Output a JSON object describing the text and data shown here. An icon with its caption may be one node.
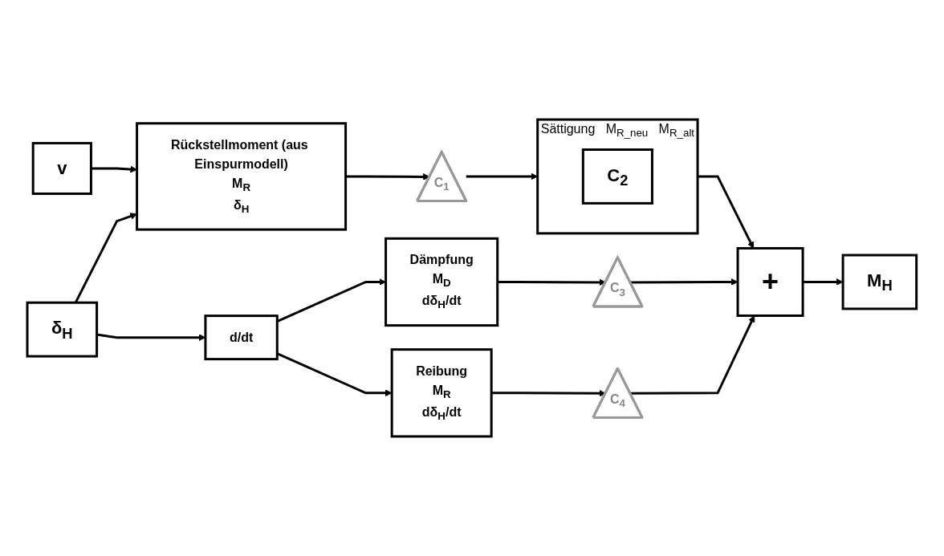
{
  "diagram": {
    "nodes": [
      {
        "text": [
          "v"
        ]
      },
      {
        "text": [
          "Rückstellmoment (aus Einspurmodell)",
          "M$_{R}$",
          "δ$_{H}$"
        ]
      },
      {
        "text": [
          "C$_{1}$"
        ]
      },
      {
        "text": [
          "Sättigung",
          "M$_{R_neu}$",
          "M$_{R_alt}$"
        ]
      },
      {
        "text": [
          "C$_{2}$"
        ],
        "in": 3
      },
      {
        "text": [
          "δ$_{H}$"
        ]
      },
      {
        "text": [
          "d/dt"
        ]
      },
      {
        "text": [
          "Dämpfung",
          "M$_{D}$",
          "dδ$_{H}$/dt"
        ]
      },
      {
        "text": [
          "Reibung",
          "M$_{R}$",
          "dδ$_{H}$/dt"
        ]
      },
      {
        "text": [
          "C$_{3}$"
        ]
      },
      {
        "text": [
          "C$_{4}$"
        ]
      },
      {
        "text": [
          "+"
        ]
      },
      {
        "text": [
          "M$_{H}$"
        ]
      }
    ],
    "edges": [
      {
        "from": 0,
        "to": 1,
        "arrow": "to"
      },
      {
        "from": 5,
        "to": 1,
        "arrow": "to"
      },
      {
        "from": 1,
        "to": 2,
        "arrow": "to"
      },
      {
        "from": 2,
        "to": 3,
        "arrow": "to"
      },
      {
        "from": 3,
        "to": 11,
        "arrow": "to"
      },
      {
        "from": 5,
        "to": 6,
        "arrow": "to"
      },
      {
        "from": 6,
        "to": 7,
        "arrow": "to"
      },
      {
        "from": 6,
        "to": 8,
        "arrow": "to"
      },
      {
        "from": 7,
        "to": 9,
        "arrow": "to"
      },
      {
        "from": 8,
        "to": 10,
        "arrow": "to"
      },
      {
        "from": 9,
        "to": 11,
        "arrow": "to"
      },
      {
        "from": 10,
        "to": 11,
        "arrow": "to"
      },
      {
        "from": 11,
        "to": 12,
        "arrow": "to"
      }
    ]
  }
}
